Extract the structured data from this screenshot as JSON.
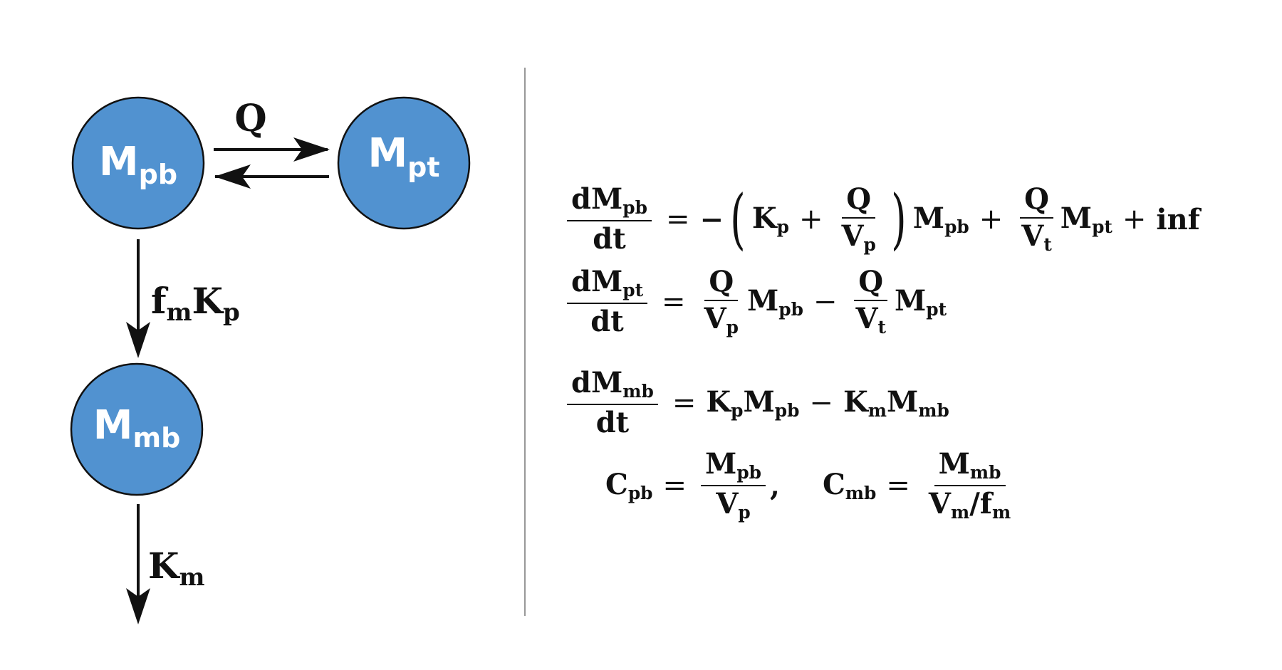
{
  "colors": {
    "node_fill": "#5192d0",
    "node_stroke": "#111111",
    "arrow": "#111111",
    "divider": "#777777"
  },
  "nodes": {
    "mpb": {
      "main": "M",
      "sub": "pb"
    },
    "mpt": {
      "main": "M",
      "sub": "pt"
    },
    "mmb": {
      "main": "M",
      "sub": "mb"
    }
  },
  "flows": {
    "q": {
      "main": "Q",
      "sub": ""
    },
    "fmkp": {
      "a": "f",
      "a_sub": "m",
      "b": "K",
      "b_sub": "p"
    },
    "km": {
      "main": "K",
      "sub": "m"
    }
  },
  "equations": {
    "eq1": {
      "num": "dM",
      "num_sub": "pb",
      "den": "dt",
      "eq": "=",
      "minus": "−",
      "lparen": "(",
      "rparen": ")",
      "kp": "K",
      "kp_sub": "p",
      "plus1": "+",
      "f1_num": "Q",
      "f1_den": "V",
      "f1_den_sub": "p",
      "mpb": "M",
      "mpb_sub": "pb",
      "plus2": "+",
      "f2_num": "Q",
      "f2_den": "V",
      "f2_den_sub": "t",
      "mpt": "M",
      "mpt_sub": "pt",
      "plus3": "+",
      "inf": "inf"
    },
    "eq2": {
      "num": "dM",
      "num_sub": "pt",
      "den": "dt",
      "eq": "=",
      "f1_num": "Q",
      "f1_den": "V",
      "f1_den_sub": "p",
      "mpb": "M",
      "mpb_sub": "pb",
      "minus": "−",
      "f2_num": "Q",
      "f2_den": "V",
      "f2_den_sub": "t",
      "mpt": "M",
      "mpt_sub": "pt"
    },
    "eq3": {
      "num": "dM",
      "num_sub": "mb",
      "den": "dt",
      "eq": "=",
      "kp": "K",
      "kp_sub": "p",
      "mpb": "M",
      "mpb_sub": "pb",
      "minus": "−",
      "km": "K",
      "km_sub": "m",
      "mmb": "M",
      "mmb_sub": "mb"
    },
    "eq4": {
      "cpb": "C",
      "cpb_sub": "pb",
      "eq1": "=",
      "f1_num": "M",
      "f1_num_sub": "pb",
      "f1_den": "V",
      "f1_den_sub": "p",
      "comma": ",",
      "cmb": "C",
      "cmb_sub": "mb",
      "eq2": "=",
      "f2_num": "M",
      "f2_num_sub": "mb",
      "f2_den": "V",
      "f2_den_sub": "m",
      "slash": "/",
      "f2_den2": "f",
      "f2_den2_sub": "m"
    }
  }
}
